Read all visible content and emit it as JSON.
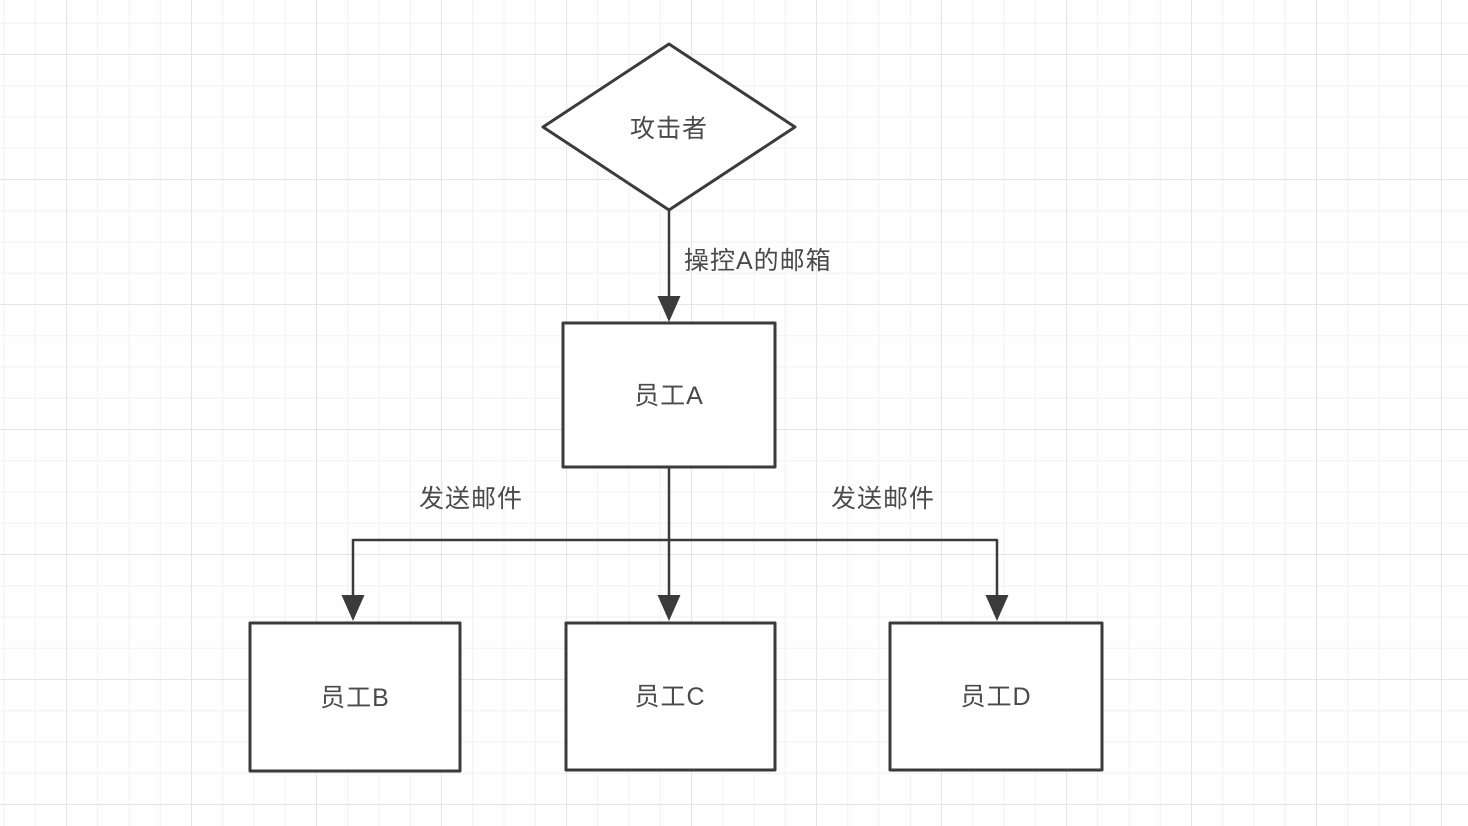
{
  "diagram": {
    "type": "flowchart",
    "canvas": {
      "background_color": "#fefefe",
      "grid_minor_color": "#f1f1f1",
      "grid_major_color": "#e5e5e5",
      "stroke_color": "#3b3b3b",
      "text_color": "#4a4a4a"
    },
    "nodes": [
      {
        "id": "attacker",
        "shape": "diamond",
        "label": "攻击者"
      },
      {
        "id": "employee-a",
        "shape": "rect",
        "label": "员工A"
      },
      {
        "id": "employee-b",
        "shape": "rect",
        "label": "员工B"
      },
      {
        "id": "employee-c",
        "shape": "rect",
        "label": "员工C"
      },
      {
        "id": "employee-d",
        "shape": "rect",
        "label": "员工D"
      }
    ],
    "edges": [
      {
        "from": "attacker",
        "to": "employee-a",
        "label": "操控A的邮箱"
      },
      {
        "from": "employee-a",
        "to": "employee-b",
        "label": "发送邮件"
      },
      {
        "from": "employee-a",
        "to": "employee-c",
        "label": ""
      },
      {
        "from": "employee-a",
        "to": "employee-d",
        "label": "发送邮件"
      }
    ]
  }
}
